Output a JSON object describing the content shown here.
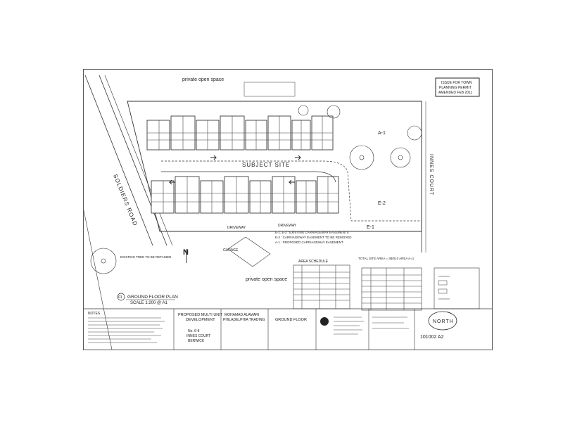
{
  "stamp": {
    "line1": "ISSUE FOR TOWN",
    "line2": "PLANNING PERMIT",
    "line3": "AMENDED FEB 2011"
  },
  "labels": {
    "pos_top": "private open space",
    "pos_bottom": "private open space",
    "subject_site": "SUBJECT SITE",
    "driveway": "DRIVEWAY",
    "driveway2": "DRIVEWAY",
    "road": "SOLDIERS ROAD",
    "court": "INNES COURT",
    "north": "N",
    "garage": "GARAGE",
    "existing_tree": "EXISTING TREE TO BE RETAINED",
    "e1": "E-1",
    "e2": "E-2",
    "a1": "A-1",
    "site_area": "TOTAL SITE AREA = 3800.0  AREA A=1"
  },
  "easements": [
    "E-1, E-2 : EXISTING CARRIAGEWAY EASEMENTS",
    "E-2 : CARRIAGEWAY EASEMENT TO BE REMOVED",
    "A-1 : PROPOSED CARRIAGEWAY EASEMENT"
  ],
  "plan_title": {
    "name": "GROUND FLOOR PLAN",
    "scale": "SCALE 1:200 @ A1",
    "number": "01"
  },
  "area_schedule": {
    "title": "AREA SCHEDULE"
  },
  "titleblock": {
    "project_line1": "PROPOSED MULTI UNIT",
    "project_line2": "DEVELOPMENT",
    "client_line1": "MOHAMAD ALAMARI",
    "client_line2": "PHILADELPHIA TRADING",
    "sheet": "GROUND FLOOR",
    "addr1": "No. 6-8",
    "addr2": "INNES COURT",
    "addr3": "BERWICK",
    "drawing_no": "101002 A2",
    "north": "NORTH"
  },
  "notes": {
    "title": "NOTES"
  }
}
